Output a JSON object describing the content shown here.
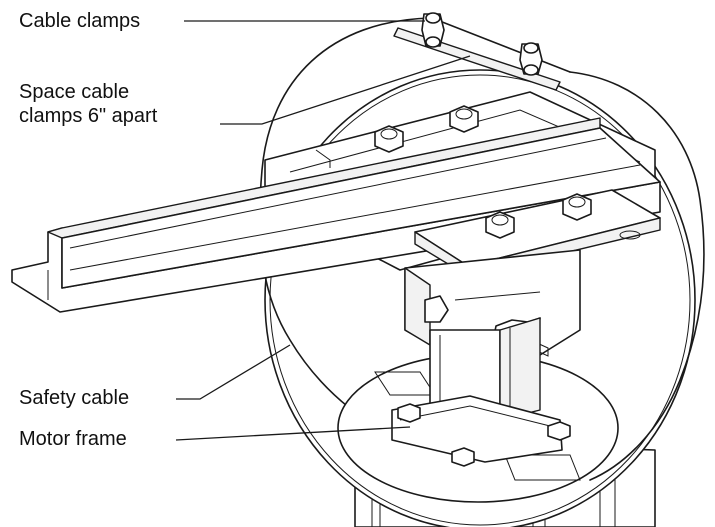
{
  "callouts": {
    "cable_clamps": "Cable clamps",
    "space_line1": "Space cable",
    "space_line2": "clamps 6\" apart",
    "safety_cable": "Safety cable",
    "motor_frame": "Motor frame"
  },
  "icons": [
    "bolt-icon",
    "wing-nut-icon",
    "cable-clamp-icon"
  ]
}
